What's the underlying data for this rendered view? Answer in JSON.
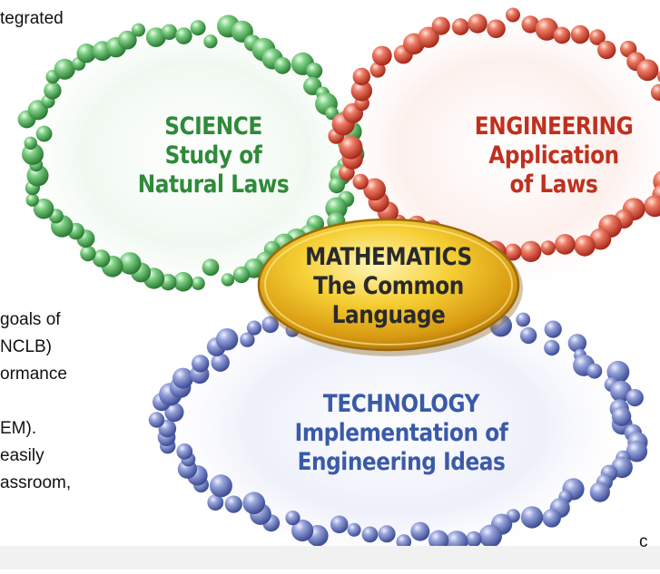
{
  "clipped_text": {
    "top_left": "tegrated",
    "left_lines": [
      "goals of",
      "NCLB)",
      "ormance",
      "",
      "EM).",
      "easily",
      "assroom,"
    ],
    "bottom_right": "c"
  },
  "diagram": {
    "science": {
      "title": "SCIENCE",
      "line1": "Study of",
      "line2": "Natural Laws"
    },
    "engineering": {
      "title": "ENGINEERING",
      "line1": "Application",
      "line2": "of Laws"
    },
    "mathematics": {
      "title": "MATHEMATICS",
      "line1": "The Common",
      "line2": "Language"
    },
    "technology": {
      "title": "TECHNOLOGY",
      "line1": "Implementation of",
      "line2": "Engineering Ideas"
    }
  },
  "colors": {
    "science_text": "#2f8a3a",
    "engineering_text": "#c0301f",
    "technology_text": "#3a5aa8",
    "math_text": "#2a2a2a",
    "science_bead": "#4fb35a",
    "engineering_bead": "#d9533e",
    "technology_bead": "#6f7fc4",
    "math_fill": "#f2c22a"
  }
}
